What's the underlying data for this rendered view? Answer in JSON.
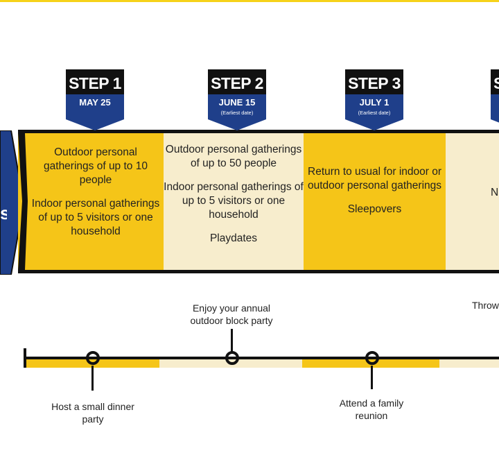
{
  "steps": [
    {
      "title": "STEP 1",
      "date": "MAY 25",
      "note": ""
    },
    {
      "title": "STEP 2",
      "date": "JUNE 15",
      "note": "(Earliest date)"
    },
    {
      "title": "STEP 3",
      "date": "JULY 1",
      "note": "(Earliest date)"
    },
    {
      "title": "S",
      "date": "",
      "note": ""
    }
  ],
  "left_label": "s",
  "columns": [
    {
      "items": [
        "Outdoor personal gatherings of up to 10 people",
        "Indoor personal gatherings of up to 5 visitors or one household"
      ]
    },
    {
      "items": [
        "Outdoor personal gatherings of up to 50 people",
        "Indoor personal gatherings of up to 5 visitors or one household",
        "Playdates"
      ]
    },
    {
      "items": [
        "Return to usual for indoor or outdoor personal gatherings",
        "Sleepovers"
      ]
    },
    {
      "items": [
        "N"
      ]
    }
  ],
  "timeline": {
    "labels": [
      {
        "text": "Host a small dinner party"
      },
      {
        "text": "Enjoy your annual outdoor block party"
      },
      {
        "text": "Attend a family reunion"
      },
      {
        "text": "Throw"
      }
    ]
  },
  "colors": {
    "yellow": "#f5c518",
    "cream": "#f7edcd",
    "navy": "#1f3f8a",
    "black": "#111111"
  }
}
